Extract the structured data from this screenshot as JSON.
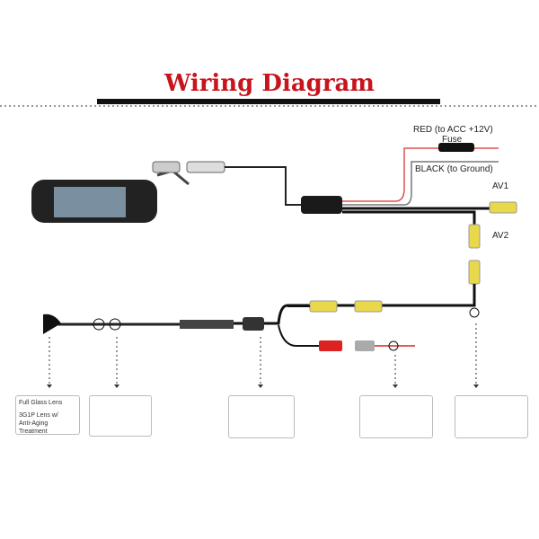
{
  "title": "Wiring Diagram",
  "labels": {
    "red": "RED (to ACC +12V)",
    "fuse": "Fuse",
    "black": "BLACK (to Ground)",
    "av1": "AV1",
    "av2": "AV2"
  },
  "lens_box": {
    "line1": "Full Glass Lens",
    "line2": "3G1P Lens w/",
    "line3": "Anti-Aging Treatment"
  },
  "colors": {
    "title": "#c8141c",
    "red_wire": "#e05050",
    "yellow": "#e8d84a",
    "rca_red": "#d22"
  }
}
